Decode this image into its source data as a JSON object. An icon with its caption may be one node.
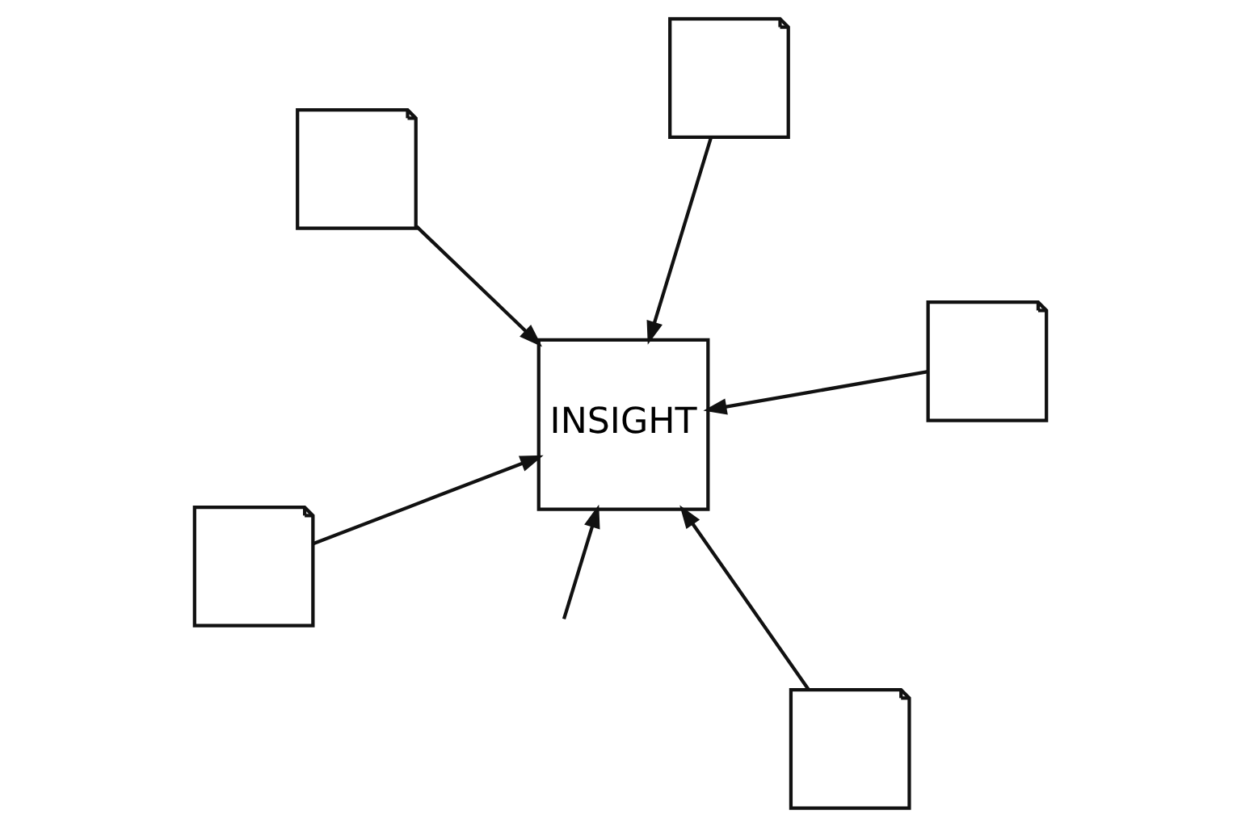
{
  "diagram": {
    "nodes": [
      {
        "text": [],
        "shape": "box"
      },
      {
        "text": [],
        "shape": "box"
      },
      {
        "text": [
          "INSIGHT"
        ]
      },
      {
        "text": [],
        "shape": "box"
      },
      {
        "text": [],
        "shape": "box"
      },
      {
        "text": [],
        "shape": "box"
      }
    ],
    "edges": [
      {
        "from": 0,
        "to": 2,
        "arrow": "to"
      },
      {
        "from": 1,
        "to": 2,
        "arrow": "to"
      },
      {
        "from": 3,
        "to": 2,
        "arrow": "to"
      },
      {
        "from": 4,
        "to": 2,
        "arrow": "to"
      },
      {
        "from": 5,
        "to": 2,
        "arrow": "to"
      },
      {
        "from": null,
        "to": 2,
        "arrow": "to"
      }
    ]
  }
}
